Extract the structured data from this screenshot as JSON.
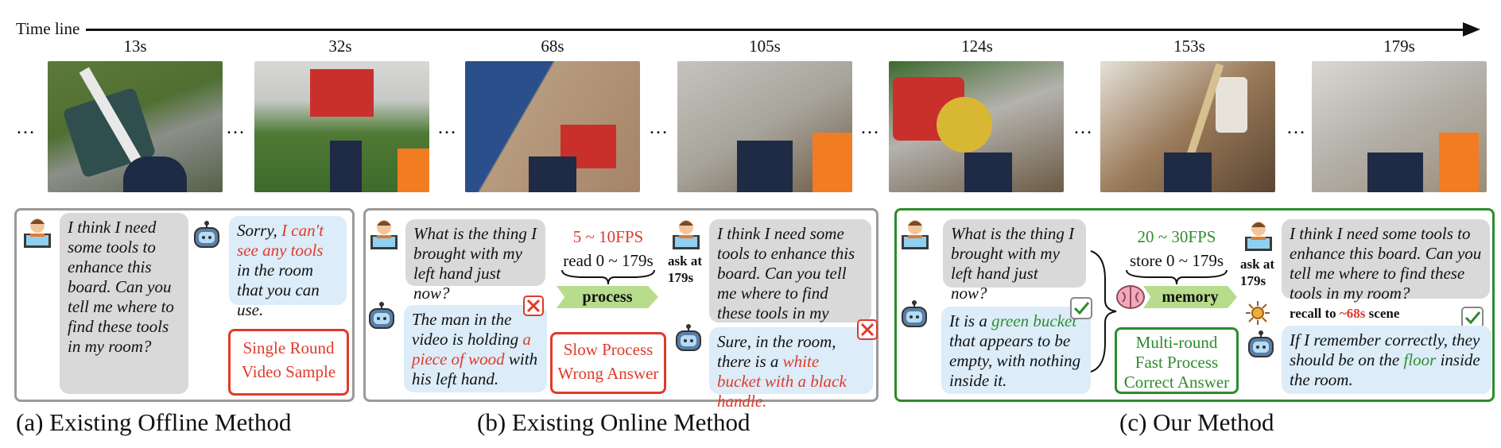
{
  "timeline": {
    "label": "Time line",
    "ellipsis": "…",
    "frames": [
      {
        "time": "13s"
      },
      {
        "time": "32s"
      },
      {
        "time": "68s"
      },
      {
        "time": "105s"
      },
      {
        "time": "124s"
      },
      {
        "time": "153s"
      },
      {
        "time": "179s"
      }
    ]
  },
  "panel_a": {
    "question": "I think I need some tools to enhance this board. Can you tell me where to find these tools in my room?",
    "answer_pre": "Sorry, ",
    "answer_red": "I can't see any tools",
    "answer_post": " in the room that you can use.",
    "badge_line1": "Single Round",
    "badge_line2": "Video Sample",
    "caption": "(a) Existing Offline Method"
  },
  "panel_b": {
    "question1": "What is the thing I brought with my left hand just now?",
    "answer1_pre": "The man in the video is holding ",
    "answer1_red": "a piece of wood",
    "answer1_post": " with his left hand.",
    "fps": "5 ~ 10FPS",
    "read": "read 0 ~ 179s",
    "process": "process",
    "badge_line1": "Slow Process",
    "badge_line2": "Wrong Answer",
    "ask_at": "ask at",
    "ask_time": "179s",
    "question2": "I think I need some tools to enhance this board. Can you tell me where to find these tools in my room?",
    "answer2_pre": "Sure, in the room, there is a ",
    "answer2_red": "white bucket with a black handle.",
    "caption": "(b) Existing Online Method"
  },
  "panel_c": {
    "question1": "What is the thing I brought with my left hand just now?",
    "answer1_pre": "It is a ",
    "answer1_green": "green bucket",
    "answer1_post": " that appears to be empty, with nothing inside it.",
    "fps": "20 ~ 30FPS",
    "store": "store 0 ~ 179s",
    "memory": "memory",
    "badge_line1": "Multi-round",
    "badge_line2": "Fast Process",
    "badge_line3": "Correct Answer",
    "ask_at": "ask at",
    "ask_time": "179s",
    "question2": "I think I need some tools to enhance this board. Can you tell me where to find these tools in my room?",
    "recall_pre": "recall to ",
    "recall_red": "~68s",
    "recall_post": " scene",
    "answer2_pre": "If I remember correctly, they should be on the ",
    "answer2_green": "floor",
    "answer2_post": " inside the room.",
    "caption": "(c) Our Method"
  },
  "colors": {
    "red": "#e03a2a",
    "green": "#2e8b2e",
    "gray_bubble": "#d9d9d9",
    "blue_bubble": "#dcecf9"
  }
}
